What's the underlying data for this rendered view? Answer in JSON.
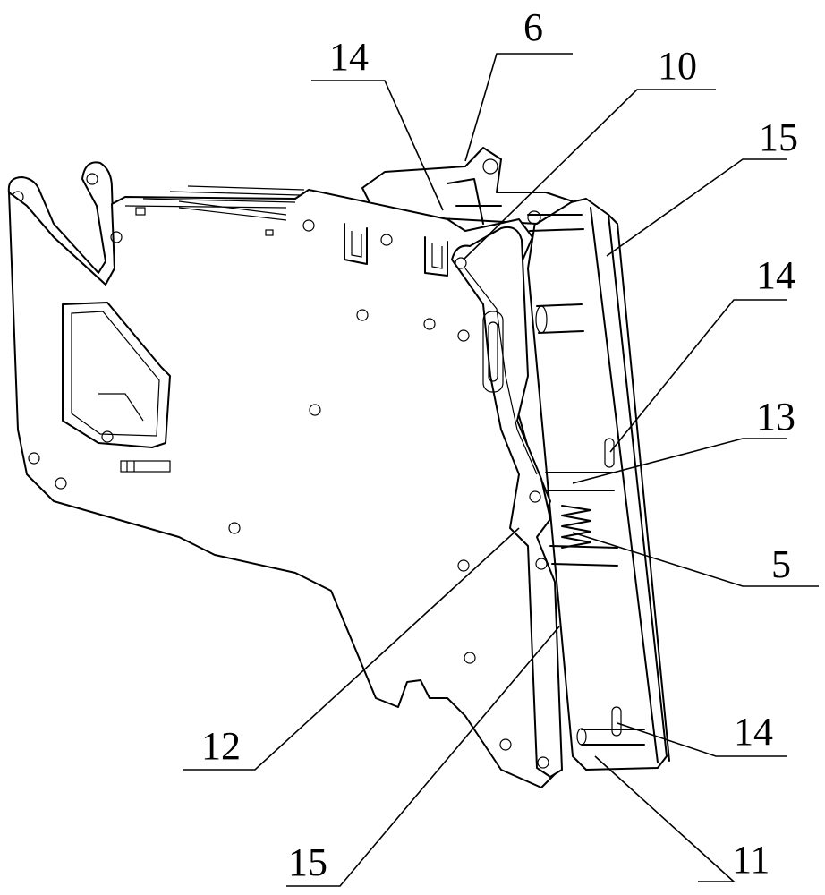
{
  "labels": {
    "l14_top": "14",
    "l6": "6",
    "l10": "10",
    "l15_right": "15",
    "l14_right": "14",
    "l13": "13",
    "l5": "5",
    "l14_bottom": "14",
    "l12": "12",
    "l15_bottom": "15",
    "l11": "11"
  }
}
